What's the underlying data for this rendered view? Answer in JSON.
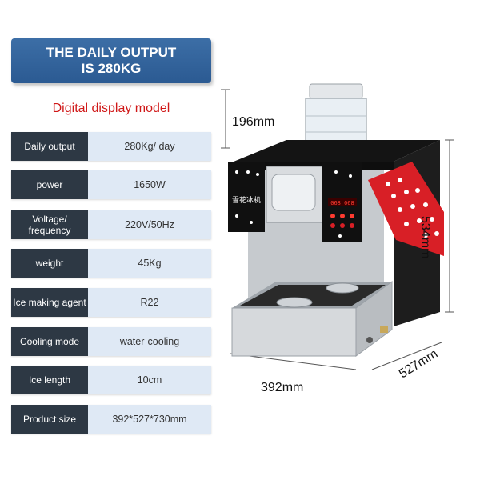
{
  "banner": {
    "line1": "THE DAILY OUTPUT",
    "line2": "IS 280KG"
  },
  "subtitle": "Digital display model",
  "specs": [
    {
      "label": "Daily output",
      "value": "280Kg/ day"
    },
    {
      "label": "power",
      "value": "1650W"
    },
    {
      "label": "Voltage/ frequency",
      "value": "220V/50Hz"
    },
    {
      "label": "weight",
      "value": "45Kg"
    },
    {
      "label": "Ice making agent",
      "value": "R22"
    },
    {
      "label": "Cooling mode",
      "value": "water-cooling"
    },
    {
      "label": "Ice length",
      "value": "10cm"
    },
    {
      "label": "Product size",
      "value": "392*527*730mm"
    }
  ],
  "dimensions": {
    "top": "196mm",
    "height": "534mm",
    "width": "392mm",
    "depth": "527mm"
  },
  "panel": {
    "brand": "雪花冰机",
    "display": "068 068"
  },
  "colors": {
    "banner": "#2f6199",
    "subtitle": "#d01818",
    "label_bg": "#2d3844",
    "value_bg": "#dfe9f5",
    "accent_red": "#d81f26"
  }
}
